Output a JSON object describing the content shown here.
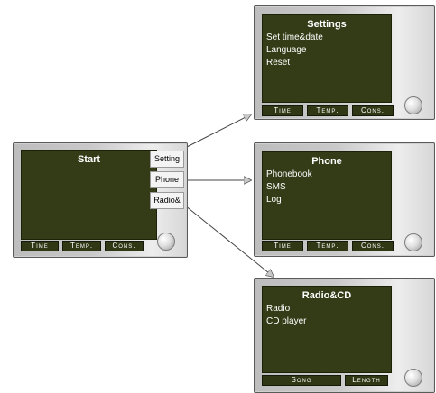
{
  "start": {
    "title": "Start",
    "side_buttons": [
      "Setting",
      "Phone",
      "Radio&"
    ],
    "softkeys": [
      "Time",
      "Temp.",
      "Cons."
    ]
  },
  "settings": {
    "title": "Settings",
    "items": [
      "Set time&date",
      "Language",
      "Reset"
    ],
    "softkeys": [
      "Time",
      "Temp.",
      "Cons."
    ]
  },
  "phone": {
    "title": "Phone",
    "items": [
      "Phonebook",
      "SMS",
      "Log"
    ],
    "softkeys": [
      "Time",
      "Temp.",
      "Cons."
    ]
  },
  "radio": {
    "title": "Radio&CD",
    "items": [
      "Radio",
      "CD player"
    ],
    "softkeys": [
      "Song",
      "Length"
    ]
  }
}
